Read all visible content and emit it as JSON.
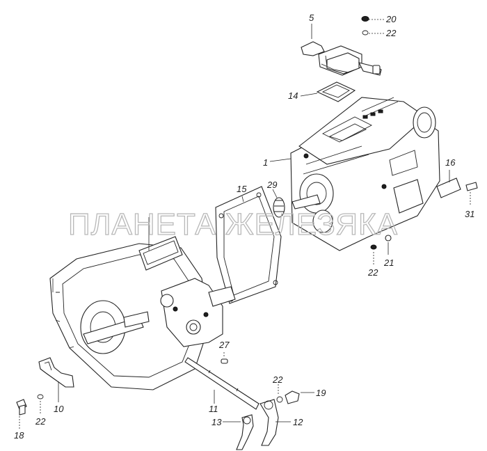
{
  "watermark": "ПЛАНЕТА ЖЕЛЕЗЯКА",
  "callouts": {
    "c1": "1",
    "c5": "5",
    "c10": "10",
    "c11": "11",
    "c12": "12",
    "c13": "13",
    "c14": "14",
    "c15": "15",
    "c16": "16",
    "c18": "18",
    "c19": "19",
    "c20": "20",
    "c21": "21",
    "c22a": "22",
    "c22b": "22",
    "c22c": "22",
    "c22d": "22",
    "c27": "27",
    "c29": "29",
    "c31": "31"
  }
}
